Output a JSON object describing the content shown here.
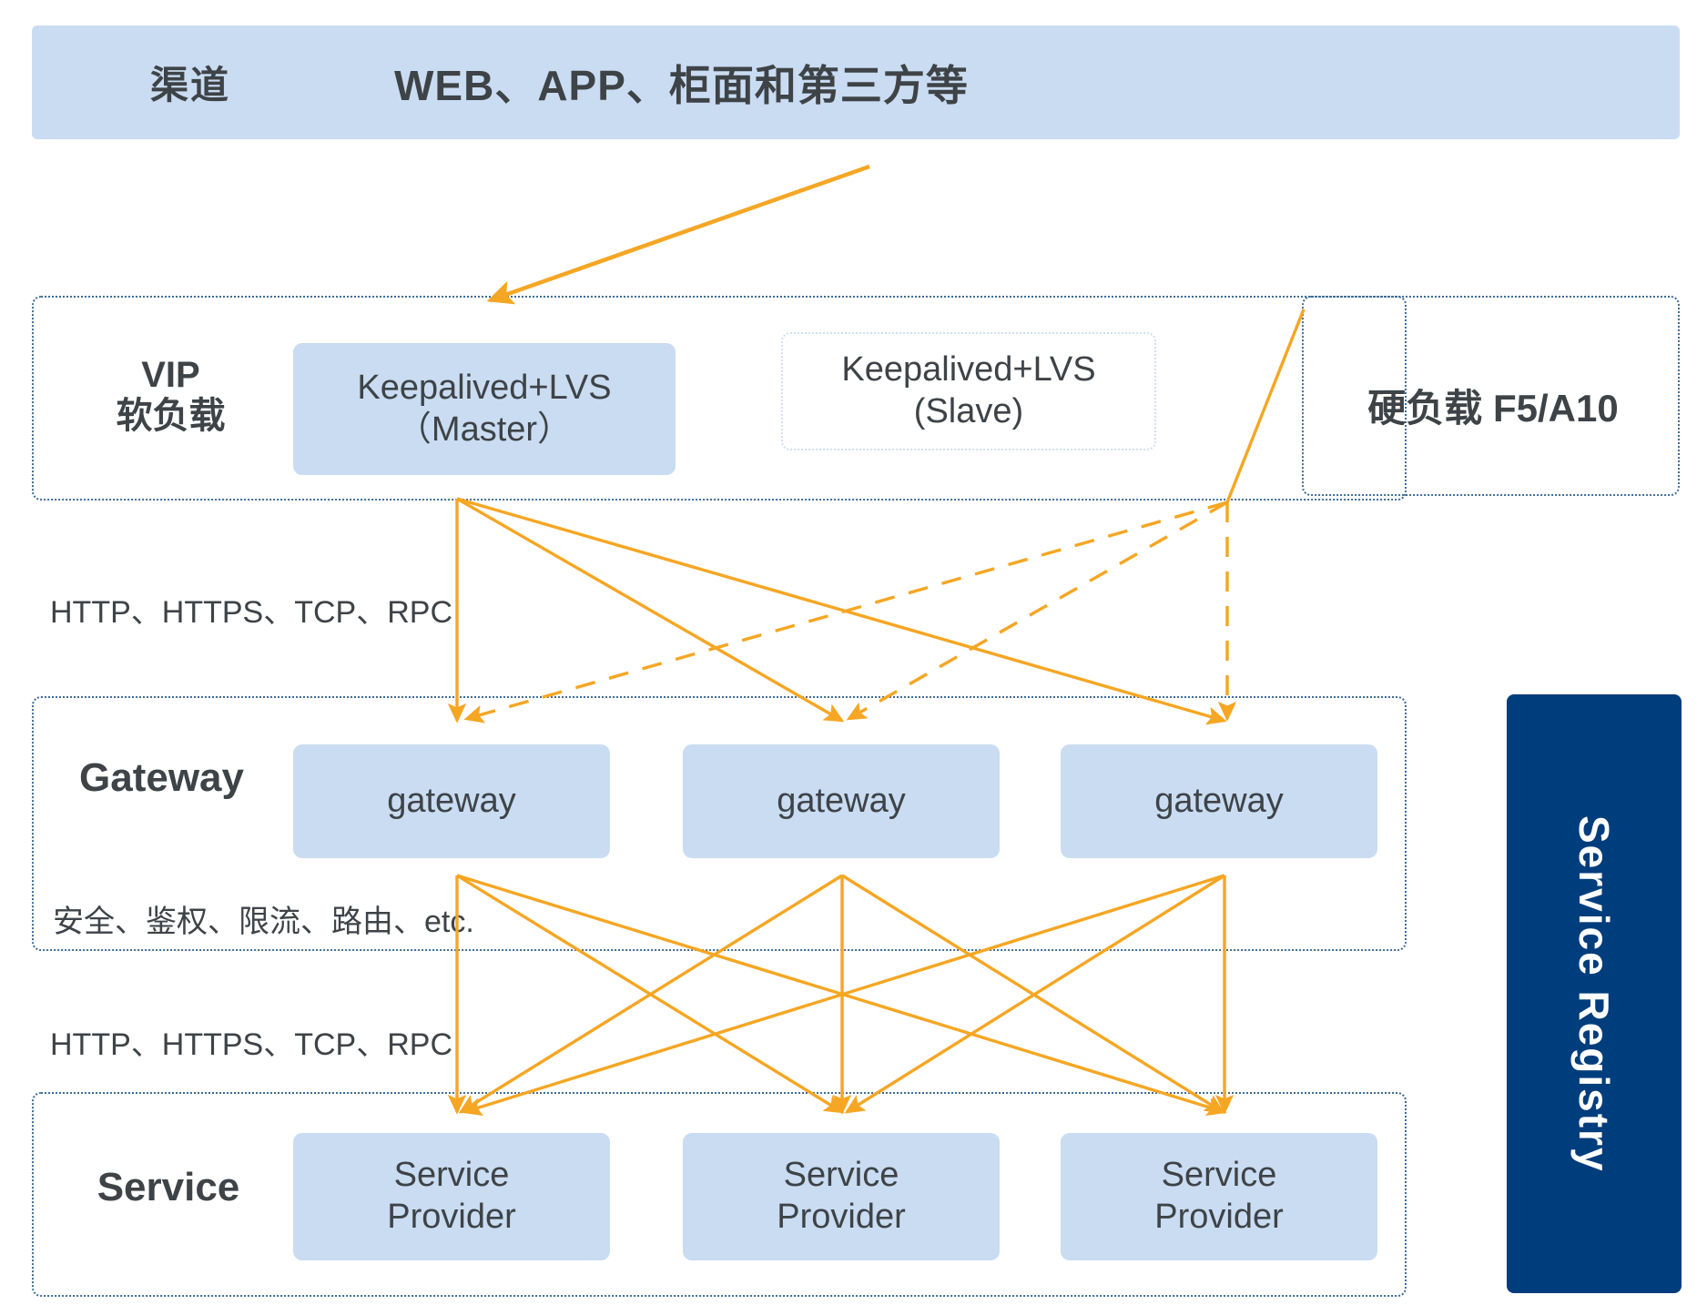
{
  "diagram": {
    "accent_color": "#f5a623",
    "node_fill": "#c9dcf2",
    "registry_color": "#003d7c",
    "border_color": "#3f6d96",
    "text_color": "#3e4347"
  },
  "channel": {
    "label": "渠道",
    "value": "WEB、APP、柜面和第三方等"
  },
  "vip": {
    "title": "VIP\n软负载",
    "nodes": [
      {
        "label": "Keepalived+LVS\n（Master）",
        "state": "active"
      },
      {
        "label": "Keepalived+LVS\n(Slave)",
        "state": "standby"
      }
    ]
  },
  "hardware_lb": {
    "label": "硬负载  F5/A10"
  },
  "gateway": {
    "title": "Gateway",
    "nodes": [
      {
        "label": "gateway"
      },
      {
        "label": "gateway"
      },
      {
        "label": "gateway"
      }
    ],
    "features_label": "安全、鉴权、限流、路由、etc."
  },
  "service": {
    "title": "Service",
    "nodes": [
      {
        "label": "Service\nProvider"
      },
      {
        "label": "Service\nProvider"
      },
      {
        "label": "Service\nProvider"
      }
    ]
  },
  "registry": {
    "label": "Service Registry"
  },
  "edges": {
    "protocol_vip_to_gateway": "HTTP、HTTPS、TCP、RPC",
    "protocol_gateway_to_service": "HTTP、HTTPS、TCP、RPC"
  }
}
